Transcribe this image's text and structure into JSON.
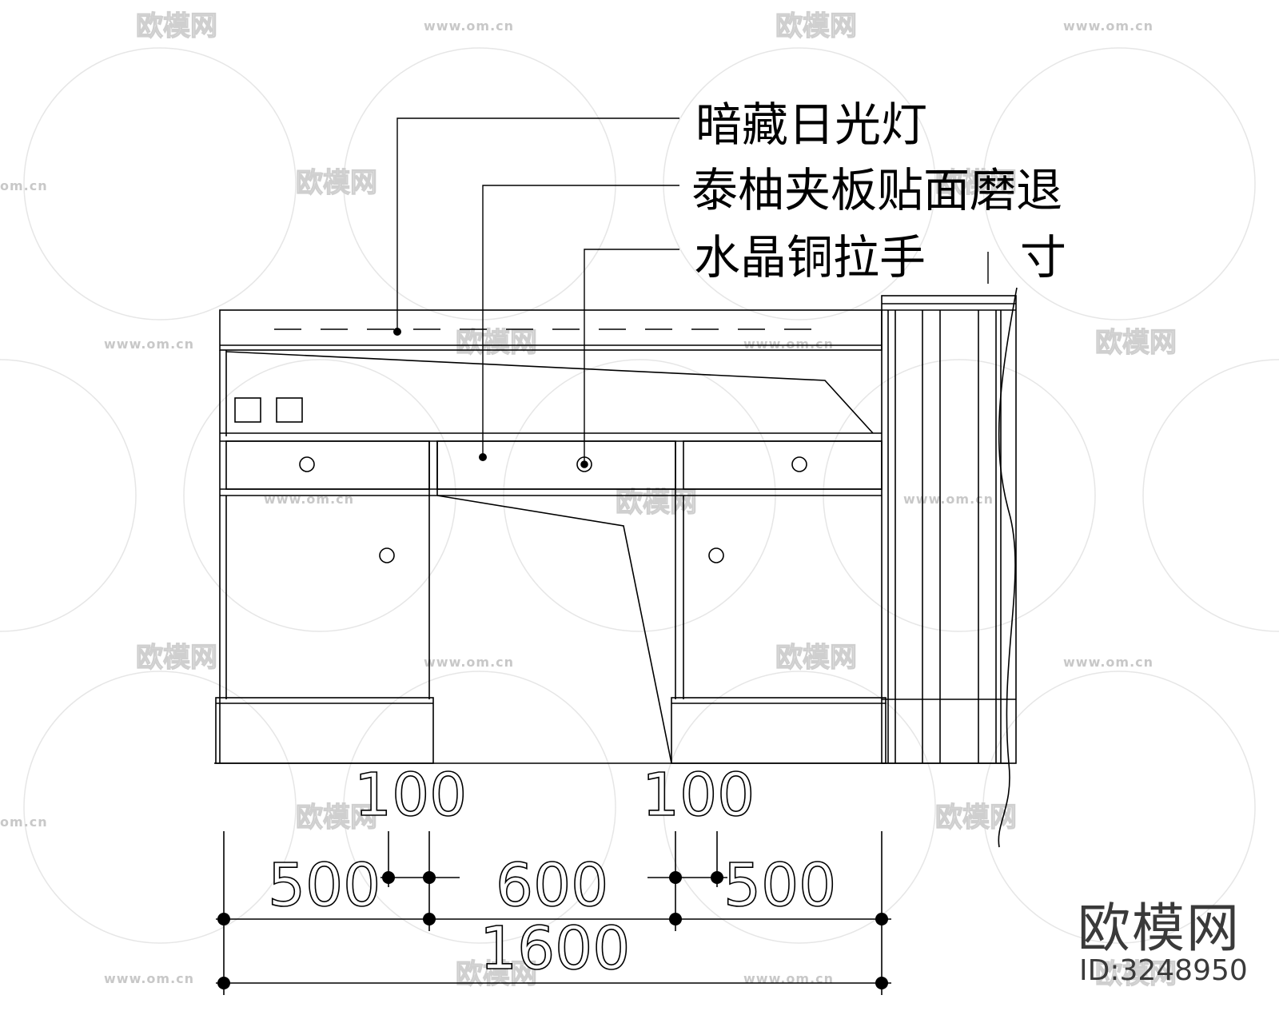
{
  "labels": {
    "callout_1": "暗藏日光灯",
    "callout_2": "泰柚夹板贴面磨退",
    "callout_3": "水晶铜拉手",
    "callout_3_tail": "寸"
  },
  "dimensions": {
    "left_offset": "100",
    "right_offset": "100",
    "left_cabinet": "500",
    "center": "600",
    "right_cabinet": "500",
    "total": "1600"
  },
  "watermark": {
    "brand": "欧模网",
    "url": "www.om.cn",
    "url_short": "om.cn",
    "id": "ID:3248950"
  }
}
